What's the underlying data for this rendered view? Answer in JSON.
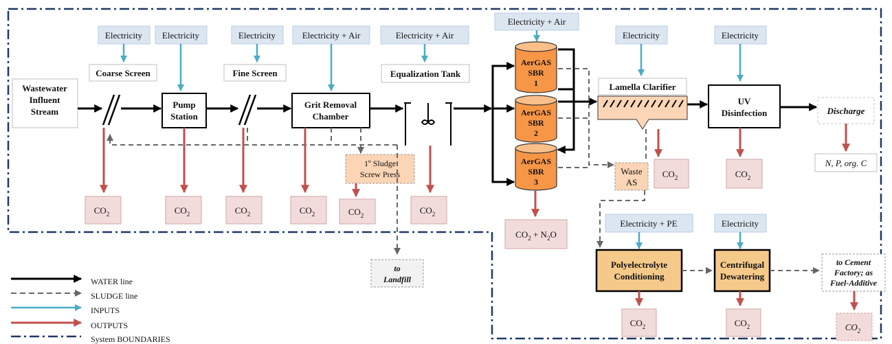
{
  "colors": {
    "water": "#000000",
    "sludge": "#666666",
    "input": "#4bacc6",
    "output": "#c0504d",
    "input_box": "#dce6f1",
    "output_box": "#f2dcdb",
    "sludge_box": "#fbd5b5",
    "sbr": "#f79646",
    "dewater_box": "#f5c98a",
    "boundary": "#1f3864"
  },
  "process": {
    "influent": [
      "Wastewater",
      "Influent",
      "Stream"
    ],
    "coarse_screen": "Coarse Screen",
    "pump_station": [
      "Pump",
      "Station"
    ],
    "fine_screen": "Fine Screen",
    "grit_removal": [
      "Grit Removal",
      "Chamber"
    ],
    "equalization_tank": "Equalization Tank",
    "sbr": [
      [
        "AerGAS",
        "SBR",
        "1"
      ],
      [
        "AerGAS",
        "SBR",
        "2"
      ],
      [
        "AerGAS",
        "SBR",
        "3"
      ]
    ],
    "lamella_clarifier": "Lamella Clarifier",
    "uv_disinfection": [
      "UV",
      "Disinfection"
    ],
    "discharge": "Discharge",
    "discharge_output": "N, P, org. C",
    "primary_sludge": [
      "1º Sludge",
      "Screw Press"
    ],
    "landfill": [
      "to",
      "Landfill"
    ],
    "waste_as": [
      "Waste",
      "AS"
    ],
    "polyelectrolyte": [
      "Polyelectrolyte",
      "Conditioning"
    ],
    "centrifugal": [
      "Centrifugal",
      "Dewatering"
    ],
    "cement": [
      "to Cement",
      "Factory; as",
      "Fuel-Additive"
    ]
  },
  "inputs": {
    "electricity": "Electricity",
    "electricity_air": "Electricity + Air",
    "electricity_pe": "Electricity + PE"
  },
  "outputs": {
    "co2_base": "CO",
    "co2_sub": "2",
    "n2o_plus": " + N",
    "n2o_sub": "2",
    "n2o_end": "O"
  },
  "legend": [
    "WATER line",
    "SLUDGE line",
    "INPUTS",
    "OUTPUTS",
    "System BOUNDARIES"
  ]
}
